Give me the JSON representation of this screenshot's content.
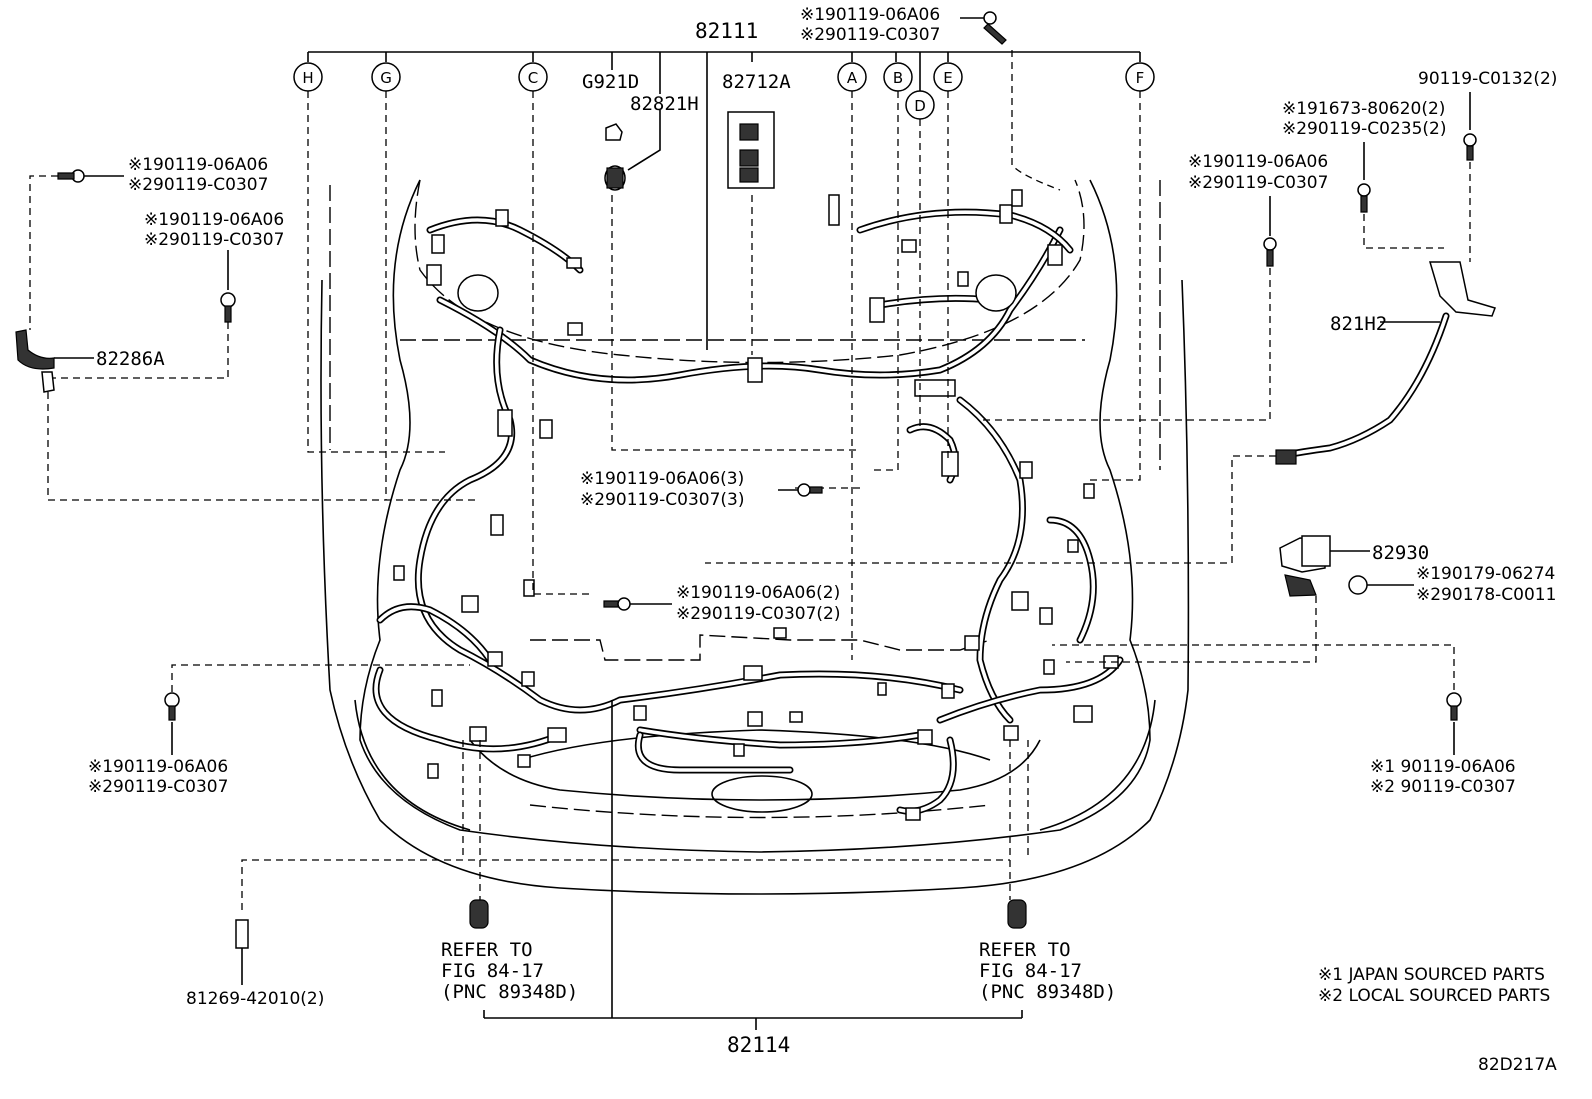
{
  "diagram": {
    "ref_code": "82D217A",
    "part_labels": {
      "main_harness": "82111",
      "engine_room_harness": "82114",
      "g921d": "G921D",
      "p82821h": "82821H",
      "p82712a": "82712A",
      "p82286a": "82286A",
      "p821h2": "821H2",
      "p82930": "82930",
      "p81269": "81269-42010(2)"
    },
    "callouts": {
      "top_bolt_1": "※190119-06A06",
      "top_bolt_2": "※290119-C0307",
      "left_bolt_a1": "※190119-06A06",
      "left_bolt_a2": "※290119-C0307",
      "left_bolt_b1": "※190119-06A06",
      "left_bolt_b2": "※290119-C0307",
      "center_bolt_1": "※190119-06A06(3)",
      "center_bolt_2": "※290119-C0307(3)",
      "mid_bolt_1": "※190119-06A06(2)",
      "mid_bolt_2": "※290119-C0307(2)",
      "lower_left_bolt_1": "※190119-06A06",
      "lower_left_bolt_2": "※290119-C0307",
      "right_top_1": "90119-C0132(2)",
      "right_top_2": "※191673-80620(2)",
      "right_top_3": "※290119-C0235(2)",
      "right_bolt_1": "※190119-06A06",
      "right_bolt_2": "※290119-C0307",
      "right_clip_1": "※190179-06274",
      "right_clip_2": "※290178-C0011",
      "lower_right_bolt_1": "※1 90119-06A06",
      "lower_right_bolt_2": "※2 90119-C0307"
    },
    "refer_left": {
      "line1": "REFER TO",
      "line2": "FIG 84-17",
      "line3": "(PNC 89348D)"
    },
    "refer_right": {
      "line1": "REFER TO",
      "line2": "FIG 84-17",
      "line3": "(PNC 89348D)"
    },
    "circle_letters": {
      "h": "H",
      "g": "G",
      "c": "C",
      "a": "A",
      "b": "B",
      "d": "D",
      "e": "E",
      "f": "F"
    },
    "legend": {
      "note1": "※1 JAPAN SOURCED PARTS",
      "note2": "※2 LOCAL SOURCED PARTS"
    }
  }
}
